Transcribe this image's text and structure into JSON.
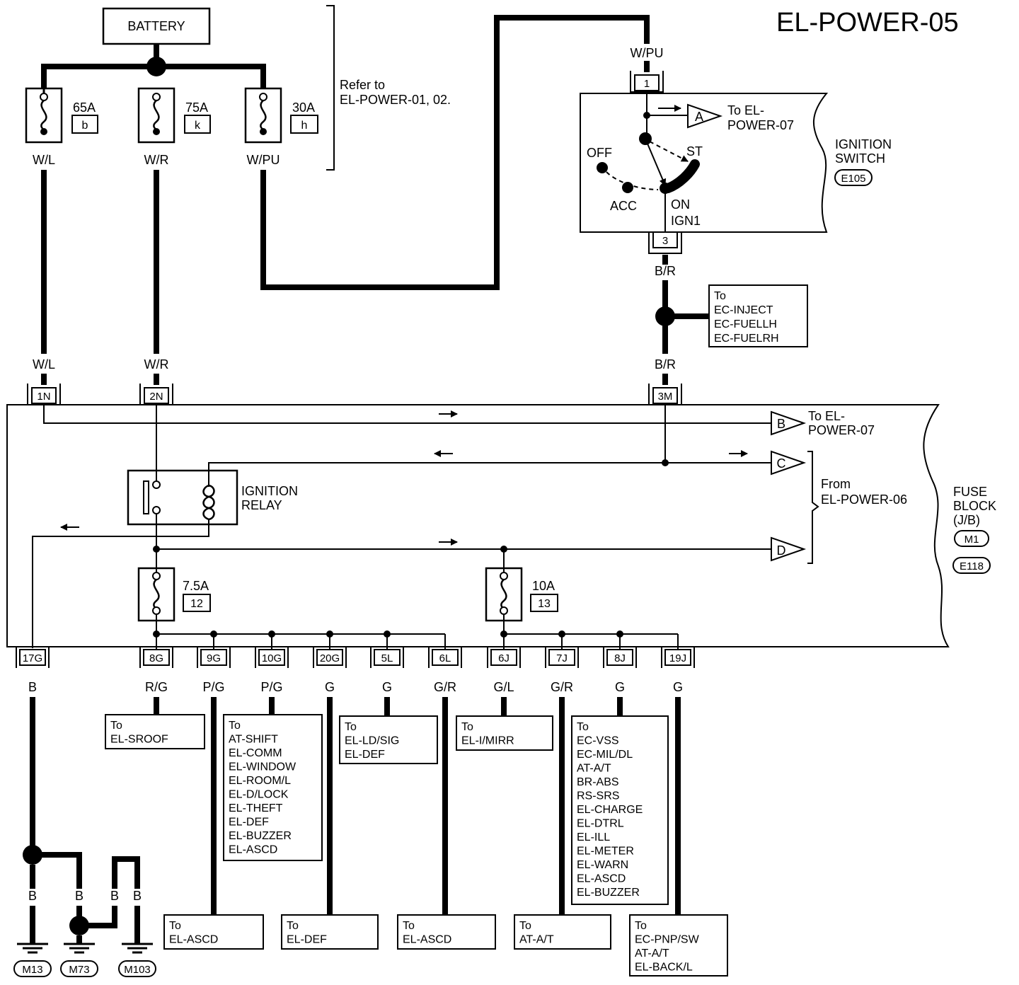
{
  "title": "EL-POWER-05",
  "battery": {
    "label": "BATTERY"
  },
  "fusible_links": [
    {
      "amp": "65A",
      "id": "b",
      "wire": "W/L"
    },
    {
      "amp": "75A",
      "id": "k",
      "wire": "W/R"
    },
    {
      "amp": "30A",
      "id": "h",
      "wire": "W/PU"
    }
  ],
  "refer_note": {
    "line1": "Refer to",
    "line2": "EL-POWER-01, 02."
  },
  "ignition_switch": {
    "label_line1": "IGNITION",
    "label_line2": "SWITCH",
    "connector": "E105",
    "input_wire": "W/PU",
    "input_pin": "1",
    "output_pin": "3",
    "output_wire": "B/R",
    "positions": {
      "off": "OFF",
      "acc": "ACC",
      "st": "ST",
      "on": "ON",
      "ign1": "IGN1"
    },
    "jump_a": {
      "letter": "A",
      "line1": "To EL-",
      "line2": "POWER-07"
    }
  },
  "ec_refs": {
    "to": "To",
    "items": [
      "EC-INJECT",
      "EC-FUELLH",
      "EC-FUELRH"
    ]
  },
  "fuse_block": {
    "label_line1": "FUSE",
    "label_line2": "BLOCK",
    "label_line3": "(J/B)",
    "connectors": [
      "M1",
      "E118"
    ],
    "top_pins": [
      {
        "pin": "1N",
        "wire": "W/L"
      },
      {
        "pin": "2N",
        "wire": "W/R"
      },
      {
        "pin": "3M",
        "wire": "B/R"
      }
    ],
    "relay": {
      "line1": "IGNITION",
      "line2": "RELAY"
    },
    "jump_b": {
      "letter": "B",
      "line1": "To EL-",
      "line2": "POWER-07"
    },
    "jump_c": {
      "letter": "C"
    },
    "jump_d": {
      "letter": "D"
    },
    "from_note": {
      "line1": "From",
      "line2": "EL-POWER-06"
    },
    "fuses": [
      {
        "amp": "7.5A",
        "id": "12"
      },
      {
        "amp": "10A",
        "id": "13"
      }
    ],
    "bottom_pins": [
      {
        "pin": "17G",
        "wire": "B"
      },
      {
        "pin": "8G",
        "wire": "R/G"
      },
      {
        "pin": "9G",
        "wire": "P/G"
      },
      {
        "pin": "10G",
        "wire": "P/G"
      },
      {
        "pin": "20G",
        "wire": "G"
      },
      {
        "pin": "5L",
        "wire": "G"
      },
      {
        "pin": "6L",
        "wire": "G/R"
      },
      {
        "pin": "6J",
        "wire": "G/L"
      },
      {
        "pin": "7J",
        "wire": "G/R"
      },
      {
        "pin": "8J",
        "wire": "G"
      },
      {
        "pin": "19J",
        "wire": "G"
      }
    ]
  },
  "dest_boxes": [
    {
      "lines": [
        "To",
        "EL-SROOF"
      ]
    },
    {
      "lines": [
        "To",
        "AT-SHIFT",
        "EL-COMM",
        "EL-WINDOW",
        "EL-ROOM/L",
        "EL-D/LOCK",
        "EL-THEFT",
        "EL-DEF",
        "EL-BUZZER",
        "EL-ASCD"
      ]
    },
    {
      "lines": [
        "To",
        "EL-LD/SIG",
        "EL-DEF"
      ]
    },
    {
      "lines": [
        "To",
        "EL-I/MIRR"
      ]
    },
    {
      "lines": [
        "To",
        "EC-VSS",
        "EC-MIL/DL",
        "AT-A/T",
        "BR-ABS",
        "RS-SRS",
        "EL-CHARGE",
        "EL-DTRL",
        "EL-ILL",
        "EL-METER",
        "EL-WARN",
        "EL-ASCD",
        "EL-BUZZER"
      ]
    },
    {
      "lines": [
        "To",
        "EL-ASCD"
      ]
    },
    {
      "lines": [
        "To",
        "EL-DEF"
      ]
    },
    {
      "lines": [
        "To",
        "EL-ASCD"
      ]
    },
    {
      "lines": [
        "To",
        "AT-A/T"
      ]
    },
    {
      "lines": [
        "To",
        "EC-PNP/SW",
        "AT-A/T",
        "EL-BACK/L"
      ]
    }
  ],
  "grounds": {
    "wire": "B",
    "labels": [
      "M13",
      "M73",
      "M103"
    ]
  }
}
